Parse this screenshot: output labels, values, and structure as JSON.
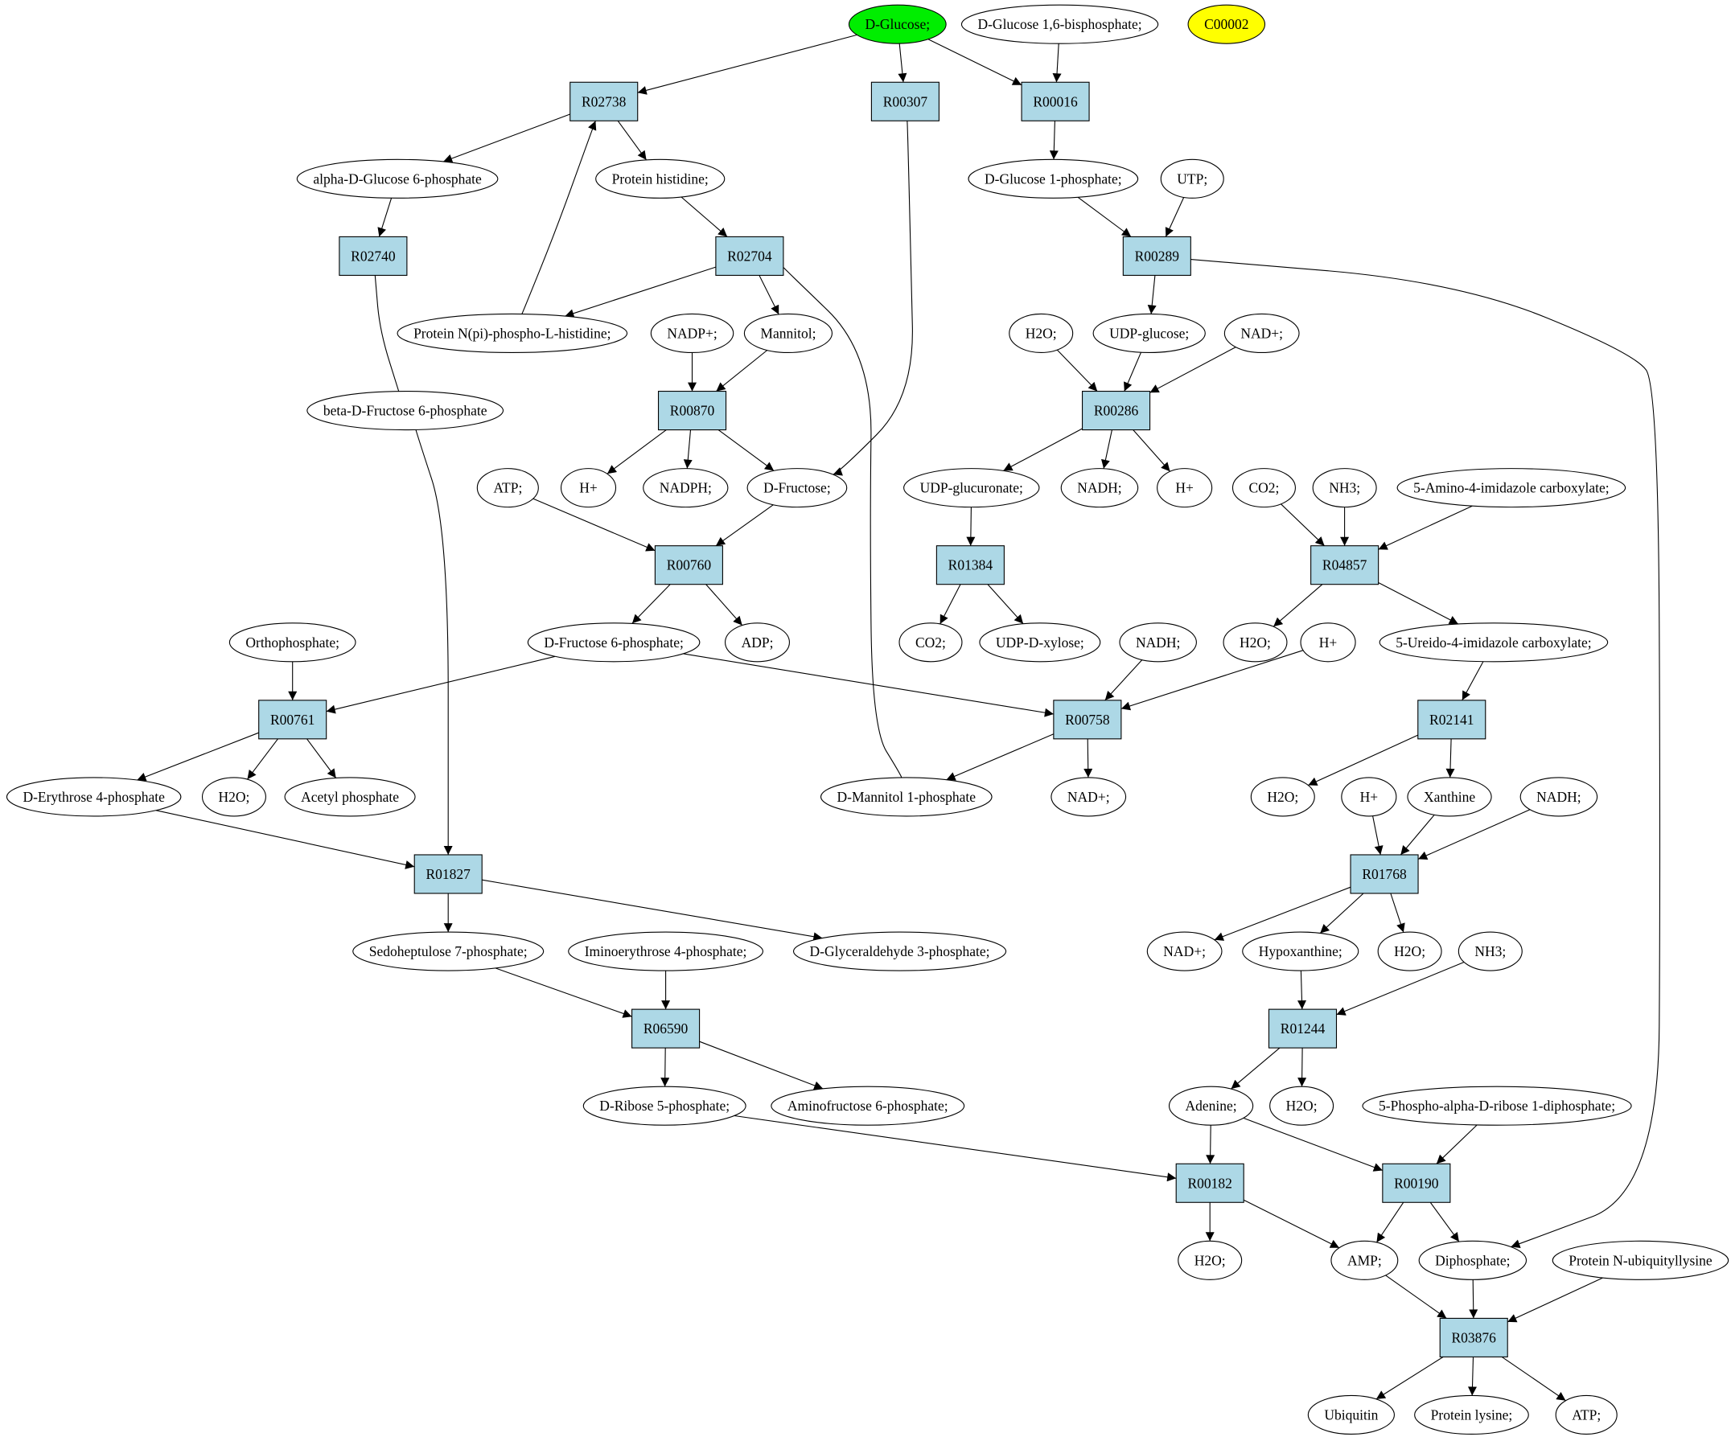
{
  "colors": {
    "background": "#ffffff",
    "compound_fill": "#ffffff",
    "reaction_fill": "#add8e6",
    "highlight_green": "#00ee00",
    "highlight_yellow": "#ffff00",
    "edge_stroke": "#000000"
  },
  "compounds": [
    {
      "id": "glc",
      "label": "D-Glucose;",
      "fill": "#00ee00"
    },
    {
      "id": "g16bp",
      "label": "D-Glucose 1,6-bisphosphate;"
    },
    {
      "id": "c00002",
      "label": "C00002",
      "fill": "#ffff00"
    },
    {
      "id": "ag6p",
      "label": "alpha-D-Glucose 6-phosphate"
    },
    {
      "id": "phis",
      "label": "Protein histidine;"
    },
    {
      "id": "g1p",
      "label": "D-Glucose 1-phosphate;"
    },
    {
      "id": "utp",
      "label": "UTP;"
    },
    {
      "id": "pnphis",
      "label": "Protein N(pi)-phospho-L-histidine;"
    },
    {
      "id": "nadp",
      "label": "NADP+;"
    },
    {
      "id": "mannitol",
      "label": "Mannitol;"
    },
    {
      "id": "h2o_a",
      "label": "H2O;"
    },
    {
      "id": "udpglc",
      "label": "UDP-glucose;"
    },
    {
      "id": "nad_a",
      "label": "NAD+;"
    },
    {
      "id": "bf6p",
      "label": "beta-D-Fructose 6-phosphate"
    },
    {
      "id": "atp_a",
      "label": "ATP;"
    },
    {
      "id": "h_a",
      "label": "H+"
    },
    {
      "id": "nadph",
      "label": "NADPH;"
    },
    {
      "id": "fru",
      "label": "D-Fructose;"
    },
    {
      "id": "udpgluc",
      "label": "UDP-glucuronate;"
    },
    {
      "id": "nadh_a",
      "label": "NADH;"
    },
    {
      "id": "h_b",
      "label": "H+"
    },
    {
      "id": "co2_a",
      "label": "CO2;"
    },
    {
      "id": "nh3_a",
      "label": "NH3;"
    },
    {
      "id": "aica",
      "label": "5-Amino-4-imidazole carboxylate;"
    },
    {
      "id": "ortho",
      "label": "Orthophosphate;"
    },
    {
      "id": "f6p",
      "label": "D-Fructose 6-phosphate;"
    },
    {
      "id": "adp",
      "label": "ADP;"
    },
    {
      "id": "co2_b",
      "label": "CO2;"
    },
    {
      "id": "udpxyl",
      "label": "UDP-D-xylose;"
    },
    {
      "id": "nadh_b",
      "label": "NADH;"
    },
    {
      "id": "h2o_b",
      "label": "H2O;"
    },
    {
      "id": "h_c",
      "label": "H+"
    },
    {
      "id": "uica",
      "label": "5-Ureido-4-imidazole carboxylate;"
    },
    {
      "id": "e4p",
      "label": "D-Erythrose 4-phosphate"
    },
    {
      "id": "h2o_c",
      "label": "H2O;"
    },
    {
      "id": "acp",
      "label": "Acetyl phosphate"
    },
    {
      "id": "m1p",
      "label": "D-Mannitol 1-phosphate"
    },
    {
      "id": "nad_b",
      "label": "NAD+;"
    },
    {
      "id": "h2o_d",
      "label": "H2O;"
    },
    {
      "id": "h_d",
      "label": "H+"
    },
    {
      "id": "xan",
      "label": "Xanthine"
    },
    {
      "id": "nadh_c",
      "label": "NADH;"
    },
    {
      "id": "s7p",
      "label": "Sedoheptulose 7-phosphate;"
    },
    {
      "id": "ie4p",
      "label": "Iminoerythrose 4-phosphate;"
    },
    {
      "id": "ga3p",
      "label": "D-Glyceraldehyde 3-phosphate;"
    },
    {
      "id": "nad_c",
      "label": "NAD+;"
    },
    {
      "id": "hyp",
      "label": "Hypoxanthine;"
    },
    {
      "id": "h2o_e",
      "label": "H2O;"
    },
    {
      "id": "nh3_b",
      "label": "NH3;"
    },
    {
      "id": "r5p",
      "label": "D-Ribose 5-phosphate;"
    },
    {
      "id": "af6p",
      "label": "Aminofructose 6-phosphate;"
    },
    {
      "id": "ade",
      "label": "Adenine;"
    },
    {
      "id": "h2o_f",
      "label": "H2O;"
    },
    {
      "id": "prpp",
      "label": "5-Phospho-alpha-D-ribose 1-diphosphate;"
    },
    {
      "id": "h2o_g",
      "label": "H2O;"
    },
    {
      "id": "amp",
      "label": "AMP;"
    },
    {
      "id": "ppi",
      "label": "Diphosphate;"
    },
    {
      "id": "pnub",
      "label": "Protein N-ubiquityllysine"
    },
    {
      "id": "ubq",
      "label": "Ubiquitin"
    },
    {
      "id": "plys",
      "label": "Protein lysine;"
    },
    {
      "id": "atp_b",
      "label": "ATP;"
    }
  ],
  "reactions": [
    {
      "id": "R02738",
      "label": "R02738"
    },
    {
      "id": "R00307",
      "label": "R00307"
    },
    {
      "id": "R00016",
      "label": "R00016"
    },
    {
      "id": "R02740",
      "label": "R02740"
    },
    {
      "id": "R02704",
      "label": "R02704"
    },
    {
      "id": "R00289",
      "label": "R00289"
    },
    {
      "id": "R00870",
      "label": "R00870"
    },
    {
      "id": "R00286",
      "label": "R00286"
    },
    {
      "id": "R00760",
      "label": "R00760"
    },
    {
      "id": "R01384",
      "label": "R01384"
    },
    {
      "id": "R04857",
      "label": "R04857"
    },
    {
      "id": "R00761",
      "label": "R00761"
    },
    {
      "id": "R00758",
      "label": "R00758"
    },
    {
      "id": "R02141",
      "label": "R02141"
    },
    {
      "id": "R01827",
      "label": "R01827"
    },
    {
      "id": "R01768",
      "label": "R01768"
    },
    {
      "id": "R06590",
      "label": "R06590"
    },
    {
      "id": "R01244",
      "label": "R01244"
    },
    {
      "id": "R00182",
      "label": "R00182"
    },
    {
      "id": "R00190",
      "label": "R00190"
    },
    {
      "id": "R03876",
      "label": "R03876"
    }
  ],
  "edges": [
    [
      "glc",
      "R02738"
    ],
    [
      "glc",
      "R00307"
    ],
    [
      "glc",
      "R00016"
    ],
    [
      "g16bp",
      "R00016"
    ],
    [
      "R02738",
      "ag6p"
    ],
    [
      "R02738",
      "phis"
    ],
    [
      "pnphis",
      "R02738"
    ],
    [
      "ag6p",
      "R02740"
    ],
    [
      "R02740",
      "bf6p"
    ],
    [
      "phis",
      "R02704"
    ],
    [
      "m1p",
      "R02704"
    ],
    [
      "R02704",
      "pnphis"
    ],
    [
      "R02704",
      "mannitol"
    ],
    [
      "R00307",
      "fru"
    ],
    [
      "R00016",
      "g1p"
    ],
    [
      "g1p",
      "R00289"
    ],
    [
      "utp",
      "R00289"
    ],
    [
      "R00289",
      "udpglc"
    ],
    [
      "R00289",
      "ppi"
    ],
    [
      "nadp",
      "R00870"
    ],
    [
      "mannitol",
      "R00870"
    ],
    [
      "R00870",
      "h_a"
    ],
    [
      "R00870",
      "nadph"
    ],
    [
      "R00870",
      "fru"
    ],
    [
      "h2o_a",
      "R00286"
    ],
    [
      "udpglc",
      "R00286"
    ],
    [
      "nad_a",
      "R00286"
    ],
    [
      "R00286",
      "udpgluc"
    ],
    [
      "R00286",
      "nadh_a"
    ],
    [
      "R00286",
      "h_b"
    ],
    [
      "atp_a",
      "R00760"
    ],
    [
      "fru",
      "R00760"
    ],
    [
      "R00760",
      "f6p"
    ],
    [
      "R00760",
      "adp"
    ],
    [
      "udpgluc",
      "R01384"
    ],
    [
      "R01384",
      "co2_b"
    ],
    [
      "R01384",
      "udpxyl"
    ],
    [
      "co2_a",
      "R04857"
    ],
    [
      "nh3_a",
      "R04857"
    ],
    [
      "aica",
      "R04857"
    ],
    [
      "R04857",
      "h2o_b"
    ],
    [
      "R04857",
      "uica"
    ],
    [
      "ortho",
      "R00761"
    ],
    [
      "f6p",
      "R00761"
    ],
    [
      "R00761",
      "e4p"
    ],
    [
      "R00761",
      "h2o_c"
    ],
    [
      "R00761",
      "acp"
    ],
    [
      "f6p",
      "R00758"
    ],
    [
      "nadh_b",
      "R00758"
    ],
    [
      "h_c",
      "R00758"
    ],
    [
      "R00758",
      "m1p"
    ],
    [
      "R00758",
      "nad_b"
    ],
    [
      "uica",
      "R02141"
    ],
    [
      "R02141",
      "h2o_d"
    ],
    [
      "R02141",
      "xan"
    ],
    [
      "e4p",
      "R01827"
    ],
    [
      "bf6p",
      "R01827"
    ],
    [
      "R01827",
      "s7p"
    ],
    [
      "R01827",
      "ga3p"
    ],
    [
      "h_d",
      "R01768"
    ],
    [
      "xan",
      "R01768"
    ],
    [
      "nadh_c",
      "R01768"
    ],
    [
      "R01768",
      "nad_c"
    ],
    [
      "R01768",
      "hyp"
    ],
    [
      "R01768",
      "h2o_e"
    ],
    [
      "s7p",
      "R06590"
    ],
    [
      "ie4p",
      "R06590"
    ],
    [
      "R06590",
      "r5p"
    ],
    [
      "R06590",
      "af6p"
    ],
    [
      "hyp",
      "R01244"
    ],
    [
      "nh3_b",
      "R01244"
    ],
    [
      "R01244",
      "ade"
    ],
    [
      "R01244",
      "h2o_f"
    ],
    [
      "r5p",
      "R00182"
    ],
    [
      "ade",
      "R00182"
    ],
    [
      "R00182",
      "h2o_g"
    ],
    [
      "R00182",
      "amp"
    ],
    [
      "ade",
      "R00190"
    ],
    [
      "prpp",
      "R00190"
    ],
    [
      "R00190",
      "amp"
    ],
    [
      "R00190",
      "ppi"
    ],
    [
      "amp",
      "R03876"
    ],
    [
      "ppi",
      "R03876"
    ],
    [
      "pnub",
      "R03876"
    ],
    [
      "R03876",
      "ubq"
    ],
    [
      "R03876",
      "plys"
    ],
    [
      "R03876",
      "atp_b"
    ]
  ]
}
